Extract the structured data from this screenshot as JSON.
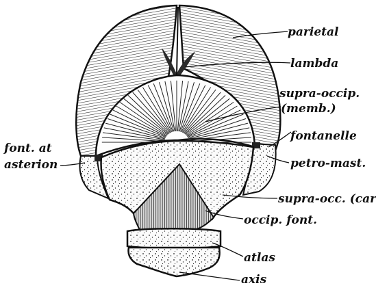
{
  "labels": {
    "parietal": "parietal",
    "lambda": "lambda",
    "supra_occip_line1": "supra-occip.",
    "supra_occip_line2": "(memb.)",
    "fontanelle": "fontanelle",
    "font_at_line1": "font. at",
    "font_at_line2": "asterion",
    "petro_mast": "petro-mast.",
    "supra_occ_cartil": "supra-occ. (cartil.)",
    "occip_font": "occip. font.",
    "atlas": "atlas",
    "axis": "axis"
  }
}
